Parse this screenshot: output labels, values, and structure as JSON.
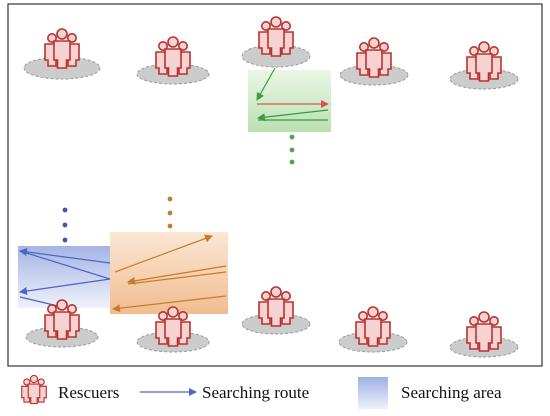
{
  "legend": {
    "rescuers": "Rescuers",
    "route": "Searching route",
    "area": "Searching area"
  },
  "colors": {
    "rescuer_fill": "#f6d3d3",
    "rescuer_stroke": "#b8322e",
    "platform": "#cccccc",
    "frame": "#333333",
    "route_blue": "#4f63c5",
    "route_orange": "#c87b2c",
    "route_green": "#3a9b43",
    "route_red": "#d9534f",
    "area_blue": "#b6c4ea",
    "area_orange": "#f4c9a2",
    "area_green": "#cbe7c4",
    "dots_blue": "#3f55b8",
    "dots_orange": "#b8832d",
    "dots_green": "#4ea64a"
  },
  "icons": {
    "rescuer": "rescuer-group-icon",
    "route": "arrow-right-icon",
    "area": "search-area-swatch"
  }
}
